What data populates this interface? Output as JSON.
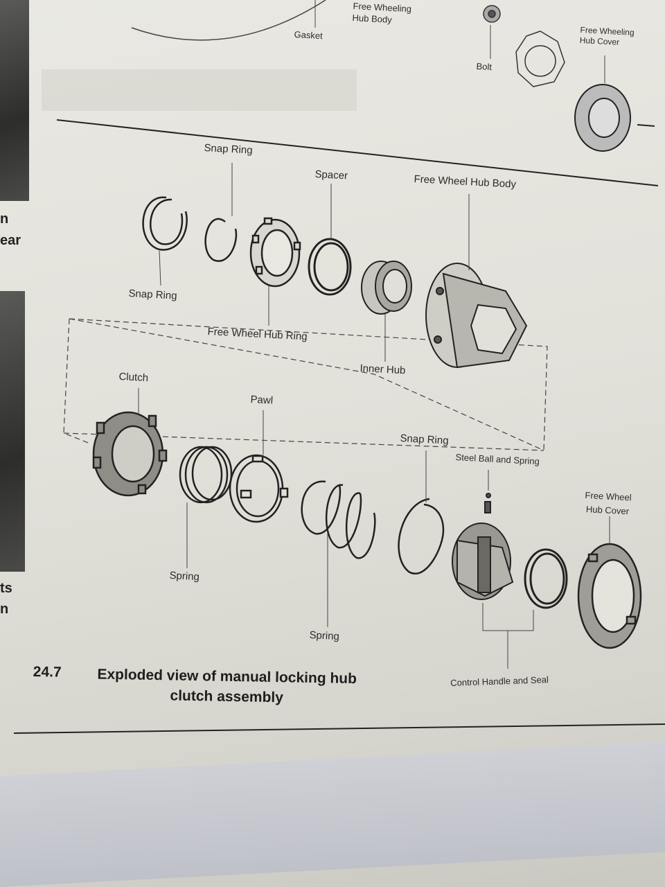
{
  "top_labels": {
    "gasket": "Gasket",
    "hub_body": "Free Wheeling\nHub Body",
    "bolt": "Bolt",
    "hub_cover": "Free Wheeling\nHub Cover"
  },
  "labels": {
    "snap_ring_top": "Snap Ring",
    "spacer": "Spacer",
    "free_wheel_hub_body": "Free Wheel Hub Body",
    "snap_ring_left": "Snap Ring",
    "free_wheel_hub_ring": "Free Wheel Hub Ring",
    "inner_hub": "Inner Hub",
    "clutch": "Clutch",
    "pawl": "Pawl",
    "snap_ring_lower": "Snap Ring",
    "steel_ball_spring": "Steel Ball and Spring",
    "free_wheel_hub_cover": "Free Wheel\nHub Cover",
    "spring_left": "Spring",
    "spring_center": "Spring",
    "control_handle_seal": "Control Handle and Seal"
  },
  "caption": {
    "number": "24.7",
    "text": "Exploded view of manual locking hub clutch assembly"
  },
  "edge_fragments": {
    "n": "n",
    "ear": "ear",
    "ts": "ts",
    "on": "n"
  }
}
